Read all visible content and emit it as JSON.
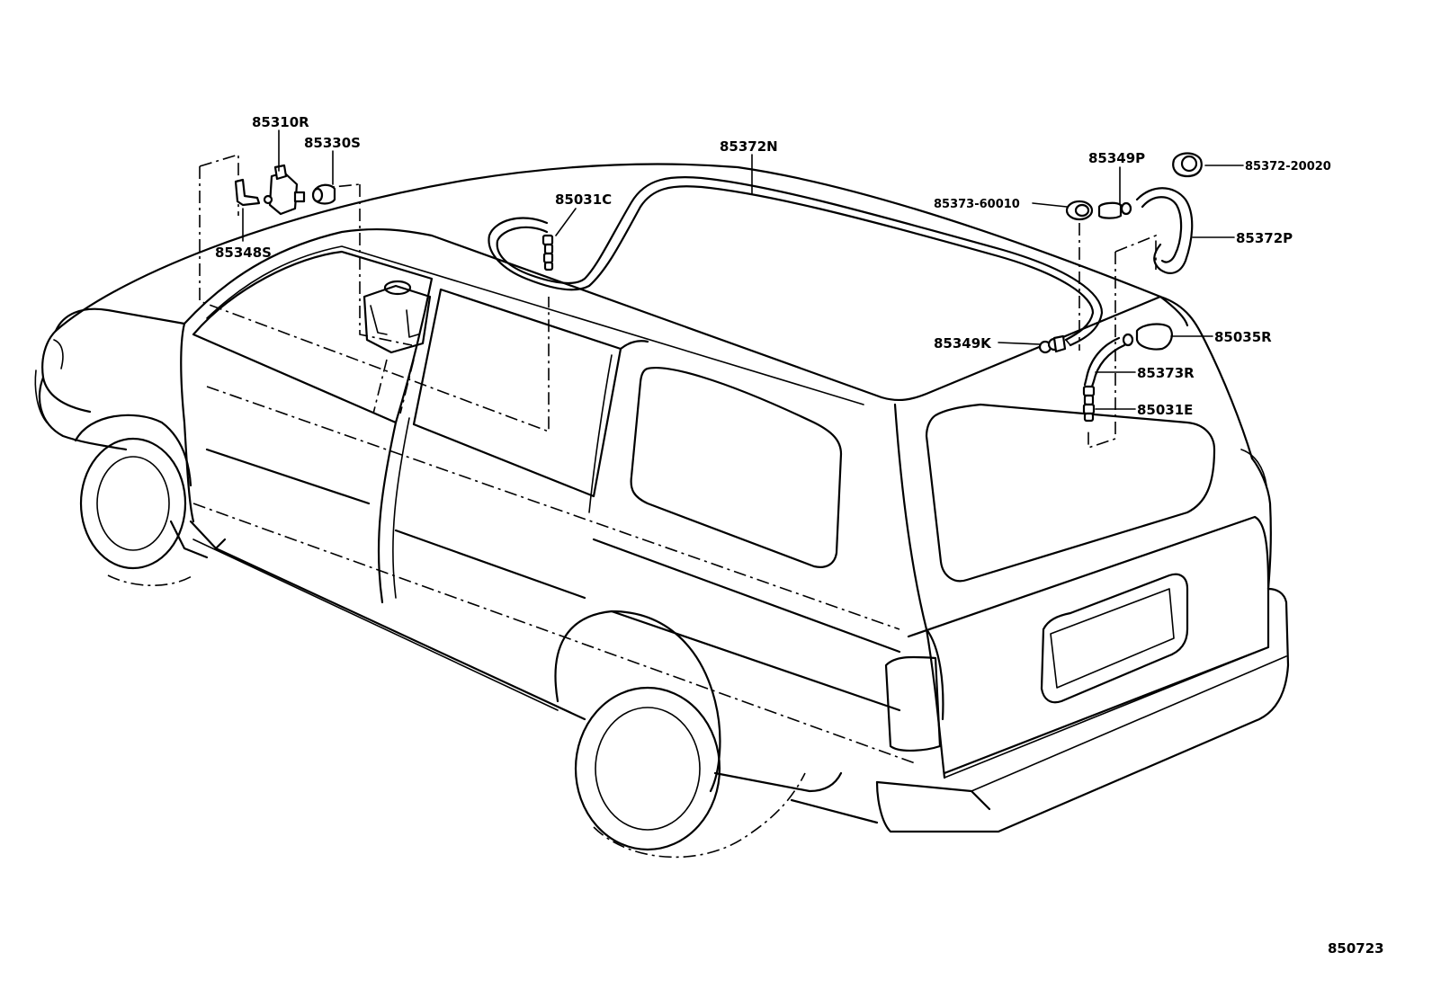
{
  "labels": {
    "p85310R": "85310R",
    "p85330S": "85330S",
    "p85348S": "85348S",
    "p85372N": "85372N",
    "p85031C": "85031C",
    "p85349P": "85349P",
    "p85372_20020": "85372-20020",
    "p85373_60010": "85373-60010",
    "p85372P": "85372P",
    "p85349K": "85349K",
    "p85035R": "85035R",
    "p85373R": "85373R",
    "p85031E": "85031E"
  },
  "diagram_id": "850723"
}
